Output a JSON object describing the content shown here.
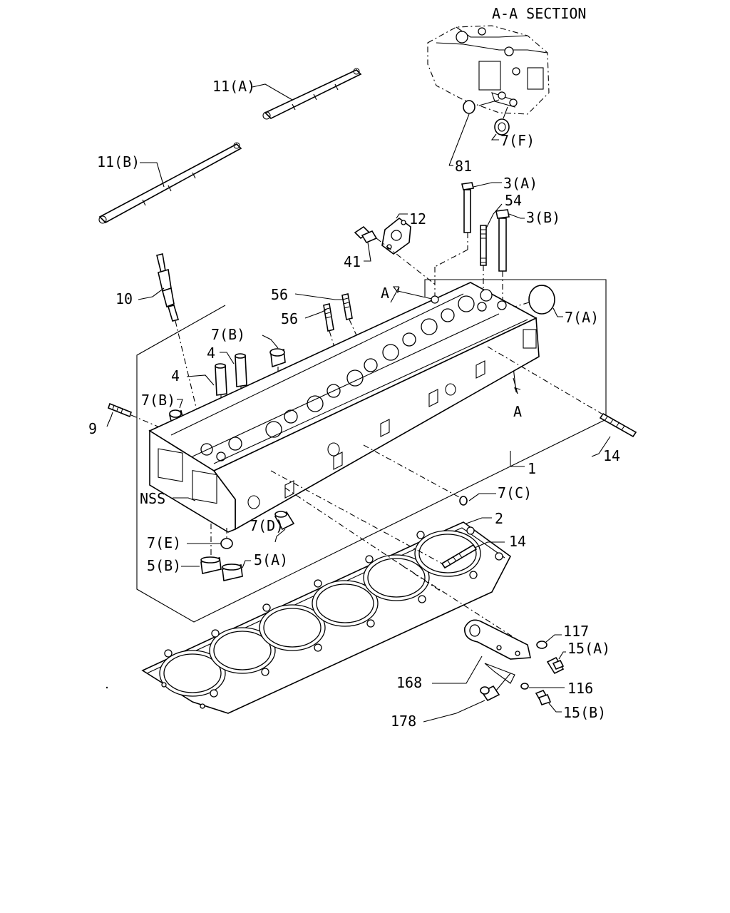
{
  "section_title": "A-A SECTION",
  "labels": {
    "p1": "1",
    "p2": "2",
    "p3a": "3(A)",
    "p3b": "3(B)",
    "p4a": "4",
    "p4b": "4",
    "p5a": "5(A)",
    "p5b": "5(B)",
    "p7a": "7(A)",
    "p7b1": "7(B)",
    "p7b2": "7(B)",
    "p7c": "7(C)",
    "p7d": "7(D)",
    "p7e": "7(E)",
    "p7f": "7(F)",
    "p9": "9",
    "p10": "10",
    "p11a": "11(A)",
    "p11b": "11(B)",
    "p12": "12",
    "p14a": "14",
    "p14b": "14",
    "p15a": "15(A)",
    "p15b": "15(B)",
    "p41": "41",
    "p54": "54",
    "p56a": "56",
    "p56b": "56",
    "p81": "81",
    "p116": "116",
    "p117": "117",
    "p168": "168",
    "p178": "178",
    "nss": "NSS",
    "secA1": "A",
    "secA2": "A"
  }
}
